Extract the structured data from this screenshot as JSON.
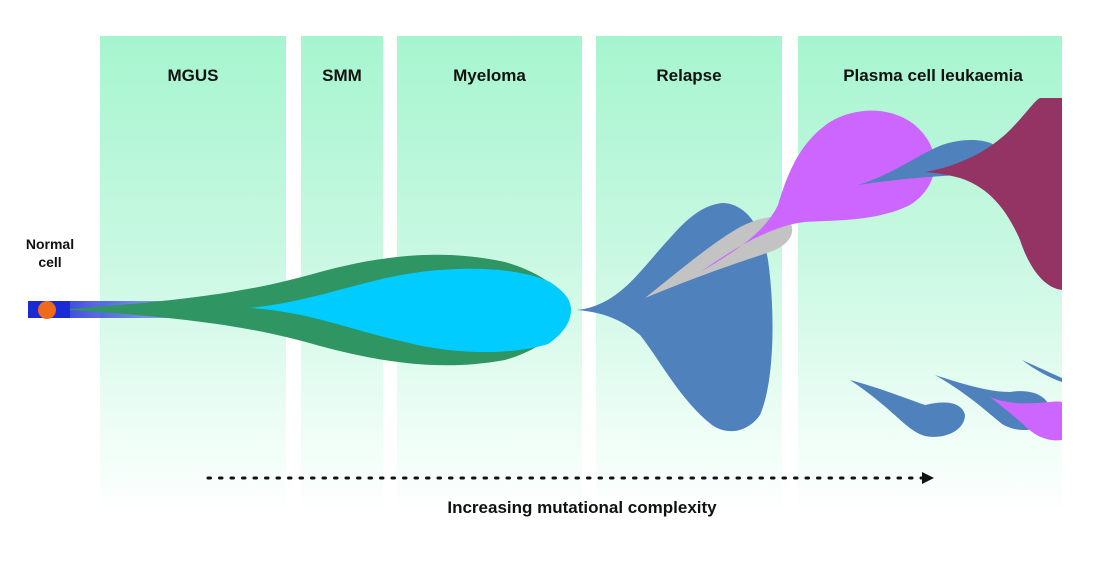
{
  "stages": [
    {
      "label": "MGUS"
    },
    {
      "label": "SMM"
    },
    {
      "label": "Myeloma"
    },
    {
      "label": "Relapse"
    },
    {
      "label": "Plasma cell leukaemia"
    }
  ],
  "normal_cell": {
    "line1": "Normal",
    "line2": "cell"
  },
  "axis": {
    "label": "Increasing mutational complexity"
  },
  "colors": {
    "panel": "#a6f5cf",
    "normal_cell_bar": "#1a2bd6",
    "normal_cell_dot": "#f06a1c",
    "green_clone": "#2e9563",
    "cyan_clone": "#00ccff",
    "blue_clone": "#4f81bd",
    "grey_clone": "#c3c3c3",
    "magenta_clone": "#cc66ff",
    "maroon_clone": "#943465"
  }
}
